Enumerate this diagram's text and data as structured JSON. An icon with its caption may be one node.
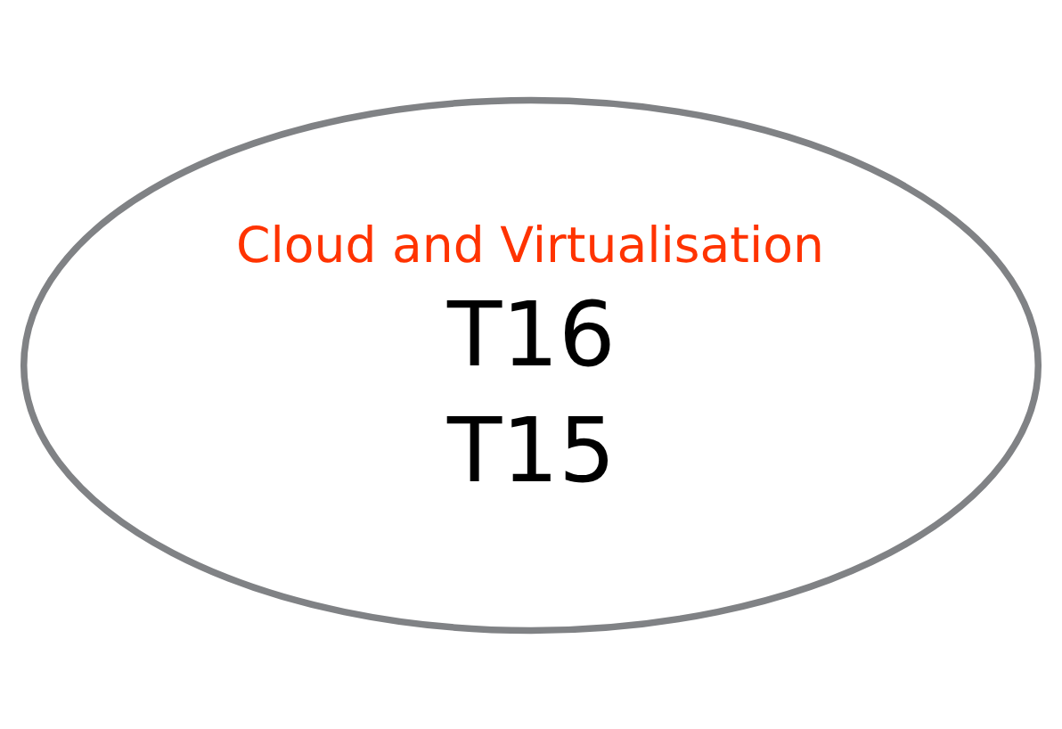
{
  "diagram": {
    "nodes": [
      {
        "text": [
          "Cloud and Virtualisation",
          "T16",
          "T15"
        ]
      }
    ]
  }
}
